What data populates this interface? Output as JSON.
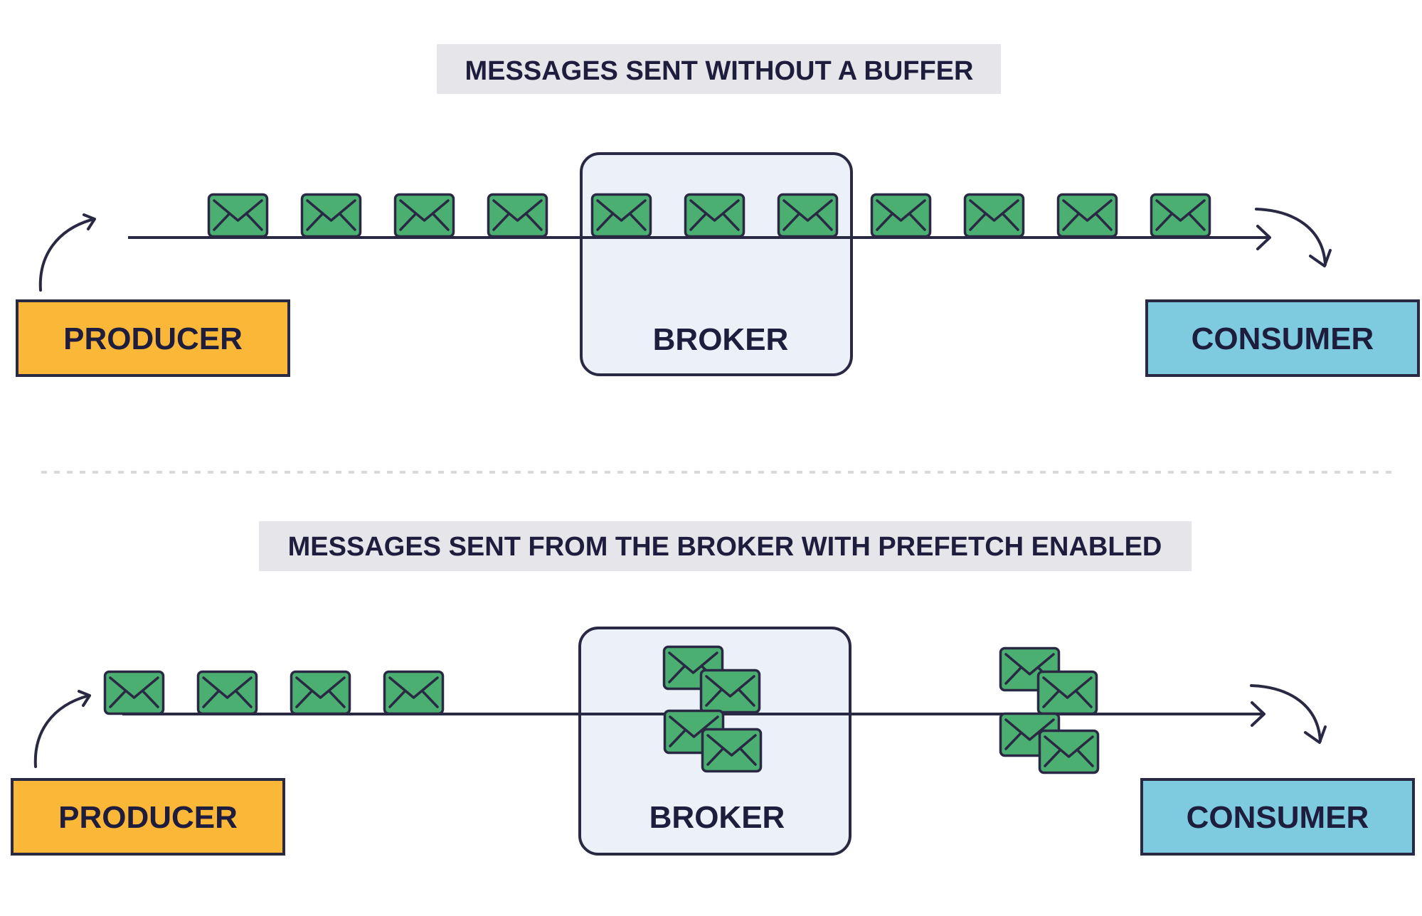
{
  "colors": {
    "ink": "#2a2944",
    "title_bg": "#e6e6ea",
    "producer": "#fbb737",
    "consumer": "#7ecbe0",
    "broker_fill": "#ecf0f8",
    "envelope": "#4caf72",
    "divider": "#d9d9d9"
  },
  "icons": {
    "message": "envelope-icon",
    "flow": "arrow-right-icon",
    "enter": "curved-arrow-icon"
  },
  "top": {
    "title": "MESSAGES SENT WITHOUT A BUFFER",
    "producer_label": "PRODUCER",
    "broker_label": "BROKER",
    "consumer_label": "CONSUMER",
    "message_count": 11
  },
  "bottom": {
    "title": "MESSAGES SENT FROM THE BROKER WITH PREFETCH ENABLED",
    "producer_label": "PRODUCER",
    "broker_label": "BROKER",
    "consumer_label": "CONSUMER",
    "queued_message_count": 4,
    "broker_prefetched_count": 4,
    "in_transit_batch_count": 4
  }
}
